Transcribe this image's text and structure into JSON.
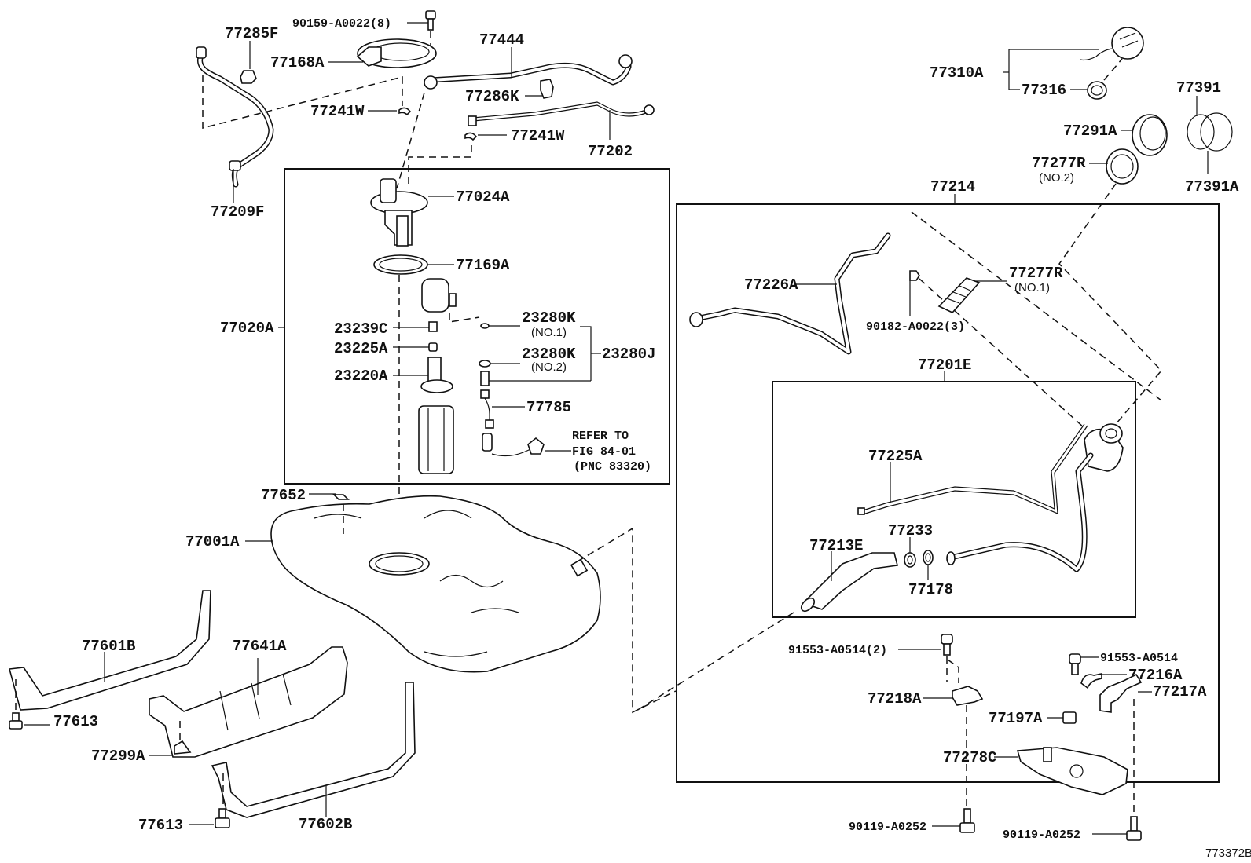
{
  "diagram": {
    "type": "exploded-parts-diagram",
    "subject": "fuel tank and fuel pump assembly",
    "figure_id": "773372B",
    "groups": {
      "fuel_pump_assembly": "77020A",
      "fuel_inlet_pipe": "77214",
      "inlet_pipe_sub": "77201E",
      "gauge_sender": "23280J",
      "fuel_cap": "77310A"
    },
    "labels": {
      "p77285F": "77285F",
      "p90159": "90159-A0022(8)",
      "p77168A": "77168A",
      "p77444": "77444",
      "p77286K": "77286K",
      "p77241W_1": "77241W",
      "p77241W_2": "77241W",
      "p77202": "77202",
      "p77209F": "77209F",
      "p77024A": "77024A",
      "p77169A": "77169A",
      "p77020A": "77020A",
      "p23239C": "23239C",
      "p23225A": "23225A",
      "p23220A": "23220A",
      "p23280K_1": "23280K",
      "p23280K_1_note": "(NO.1)",
      "p23280K_2": "23280K",
      "p23280K_2_note": "(NO.2)",
      "p23280J": "23280J",
      "p77785": "77785",
      "refer_1": "REFER TO",
      "refer_2": "FIG 84-01",
      "refer_3": "(PNC 83320)",
      "p77652": "77652",
      "p77001A": "77001A",
      "p77601B": "77601B",
      "p77641A": "77641A",
      "p77613_1": "77613",
      "p77299A": "77299A",
      "p77613_2": "77613",
      "p77602B": "77602B",
      "p77310A": "77310A",
      "p77316": "77316",
      "p77391_top": "77391",
      "p77291A": "77291A",
      "p77277R_2": "77277R",
      "p77277R_2_note": "(NO.2)",
      "p77391A": "77391A",
      "p77214": "77214",
      "p77226A": "77226A",
      "p77277R_1": "77277R",
      "p77277R_1_note": "(NO.1)",
      "p90182": "90182-A0022(3)",
      "p77201E": "77201E",
      "p77225A": "77225A",
      "p77233": "77233",
      "p77213E": "77213E",
      "p77178": "77178",
      "p91553_2": "91553-A0514(2)",
      "p91553": "91553-A0514",
      "p77216A": "77216A",
      "p77217A": "77217A",
      "p77218A": "77218A",
      "p77197A": "77197A",
      "p77278C": "77278C",
      "p90119_1": "90119-A0252",
      "p90119_2": "90119-A0252"
    }
  }
}
